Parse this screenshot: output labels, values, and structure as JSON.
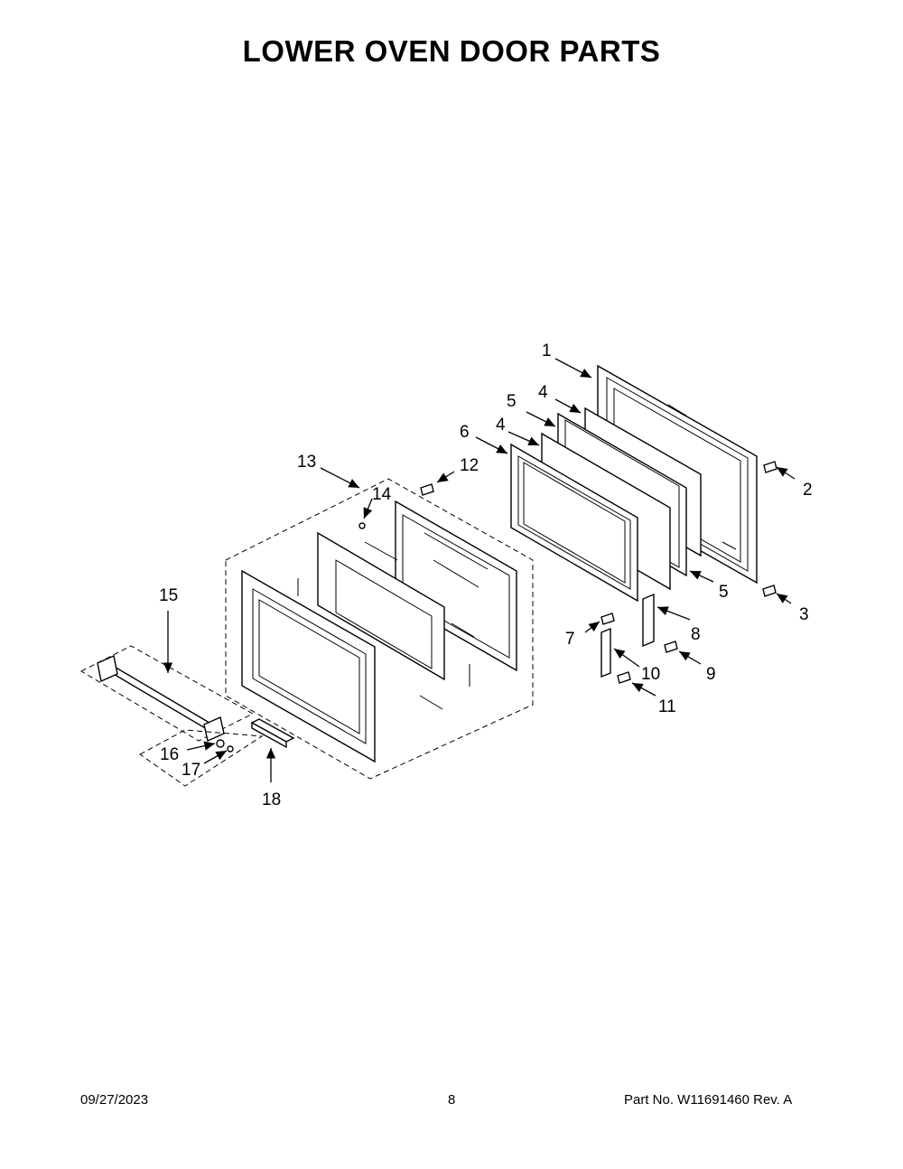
{
  "page": {
    "title": "LOWER OVEN DOOR PARTS",
    "date": "09/27/2023",
    "page_number": "8",
    "part_number": "Part No.  W11691460  Rev.  A"
  },
  "callouts": [
    {
      "id": "c1",
      "text": "1"
    },
    {
      "id": "c2",
      "text": "2"
    },
    {
      "id": "c3",
      "text": "3"
    },
    {
      "id": "c4a",
      "text": "4"
    },
    {
      "id": "c4b",
      "text": "4"
    },
    {
      "id": "c5a",
      "text": "5"
    },
    {
      "id": "c5b",
      "text": "5"
    },
    {
      "id": "c6",
      "text": "6"
    },
    {
      "id": "c7",
      "text": "7"
    },
    {
      "id": "c8",
      "text": "8"
    },
    {
      "id": "c9",
      "text": "9"
    },
    {
      "id": "c10",
      "text": "10"
    },
    {
      "id": "c11",
      "text": "11"
    },
    {
      "id": "c12",
      "text": "12"
    },
    {
      "id": "c13",
      "text": "13"
    },
    {
      "id": "c14",
      "text": "14"
    },
    {
      "id": "c15",
      "text": "15"
    },
    {
      "id": "c16",
      "text": "16"
    },
    {
      "id": "c17",
      "text": "17"
    },
    {
      "id": "c18",
      "text": "18"
    }
  ]
}
